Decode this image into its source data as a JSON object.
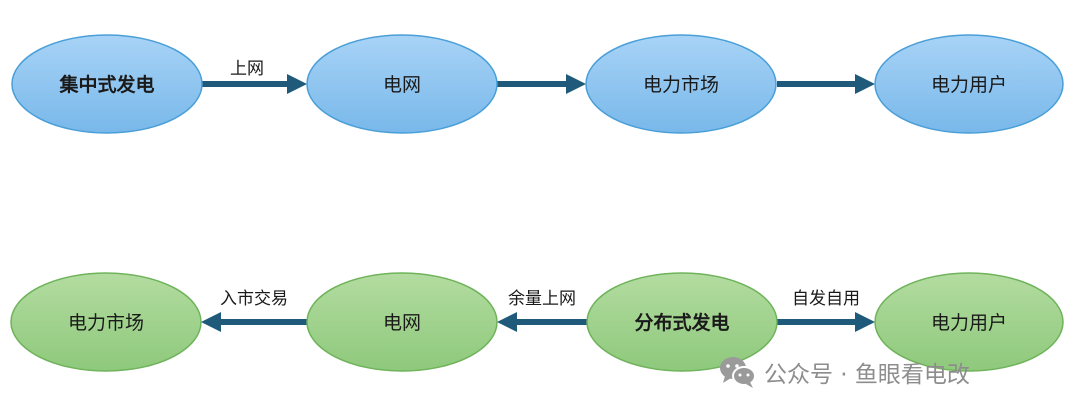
{
  "diagram": {
    "colors": {
      "blue_fill_top": "#a8d3f6",
      "blue_fill_bottom": "#78b8ea",
      "blue_stroke": "#4a9fd8",
      "green_fill_top": "#b3dca0",
      "green_fill_bottom": "#8ec97c",
      "green_stroke": "#6fb35a",
      "arrow": "#1f5a7a"
    },
    "row1": {
      "nodes": [
        {
          "label": "集中式发电",
          "bold": true
        },
        {
          "label": "电网",
          "bold": false
        },
        {
          "label": "电力市场",
          "bold": false
        },
        {
          "label": "电力用户",
          "bold": false
        }
      ],
      "edges": [
        {
          "label": "上网",
          "direction": "right"
        },
        {
          "label": "",
          "direction": "right"
        },
        {
          "label": "",
          "direction": "right"
        }
      ]
    },
    "row2": {
      "nodes": [
        {
          "label": "电力市场",
          "bold": false
        },
        {
          "label": "电网",
          "bold": false
        },
        {
          "label": "分布式发电",
          "bold": true
        },
        {
          "label": "电力用户",
          "bold": false
        }
      ],
      "edges": [
        {
          "label": "入市交易",
          "direction": "left"
        },
        {
          "label": "余量上网",
          "direction": "left"
        },
        {
          "label": "自发自用",
          "direction": "right"
        }
      ]
    }
  },
  "watermark": {
    "text": "公众号 · 鱼眼看电改",
    "icon": "wechat-icon"
  }
}
